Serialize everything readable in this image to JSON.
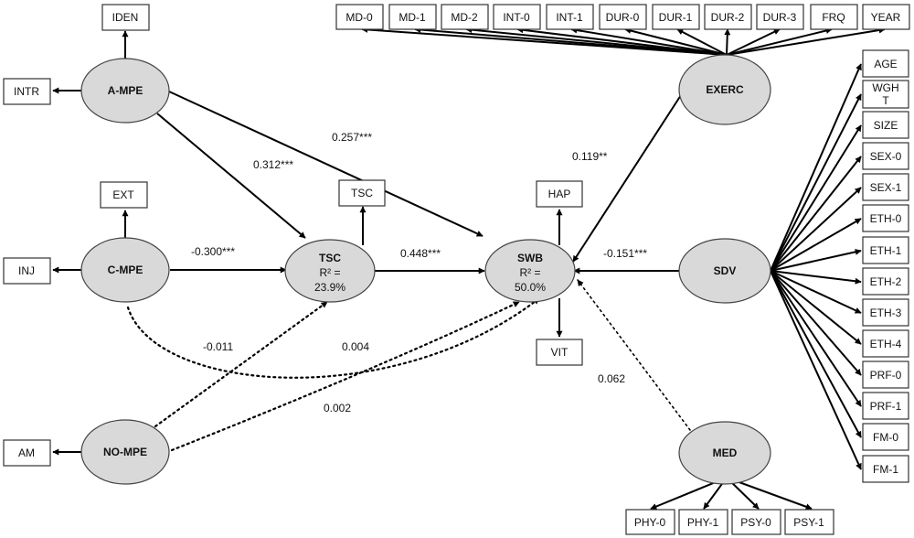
{
  "latent": {
    "a_mpe": "A-MPE",
    "c_mpe": "C-MPE",
    "no_mpe": "NO-MPE",
    "tsc": "TSC",
    "tsc_r2": "R² =",
    "tsc_r2_val": "23.9%",
    "swb": "SWB",
    "swb_r2": "R² =",
    "swb_r2_val": "50.0%",
    "exerc": "EXERC",
    "sdv": "SDV",
    "med": "MED"
  },
  "indicators": {
    "iden": "IDEN",
    "intr": "INTR",
    "ext": "EXT",
    "inj": "INJ",
    "am": "AM",
    "tsc_ind": "TSC",
    "hap": "HAP",
    "vit": "VIT",
    "exerc_items": [
      "MD-0",
      "MD-1",
      "MD-2",
      "INT-0",
      "INT-1",
      "DUR-0",
      "DUR-1",
      "DUR-2",
      "DUR-3",
      "FRQ",
      "YEAR"
    ],
    "sdv_items": [
      "AGE",
      "WGH",
      "T",
      "SIZE",
      "SEX-0",
      "SEX-1",
      "ETH-0",
      "ETH-1",
      "ETH-2",
      "ETH-3",
      "ETH-4",
      "PRF-0",
      "PRF-1",
      "FM-0",
      "FM-1"
    ],
    "med_items": [
      "PHY-0",
      "PHY-1",
      "PSY-0",
      "PSY-1"
    ]
  },
  "paths": {
    "a_mpe_swb": "0.257***",
    "a_mpe_tsc": "0.312***",
    "c_mpe_tsc": "-0.300***",
    "tsc_swb": "0.448***",
    "exerc_swb": "0.119**",
    "sdv_swb": "-0.151***",
    "no_mpe_tsc": "-0.011",
    "no_mpe_swb": "0.004",
    "c_mpe_swb": "0.002",
    "med_swb": "0.062"
  }
}
